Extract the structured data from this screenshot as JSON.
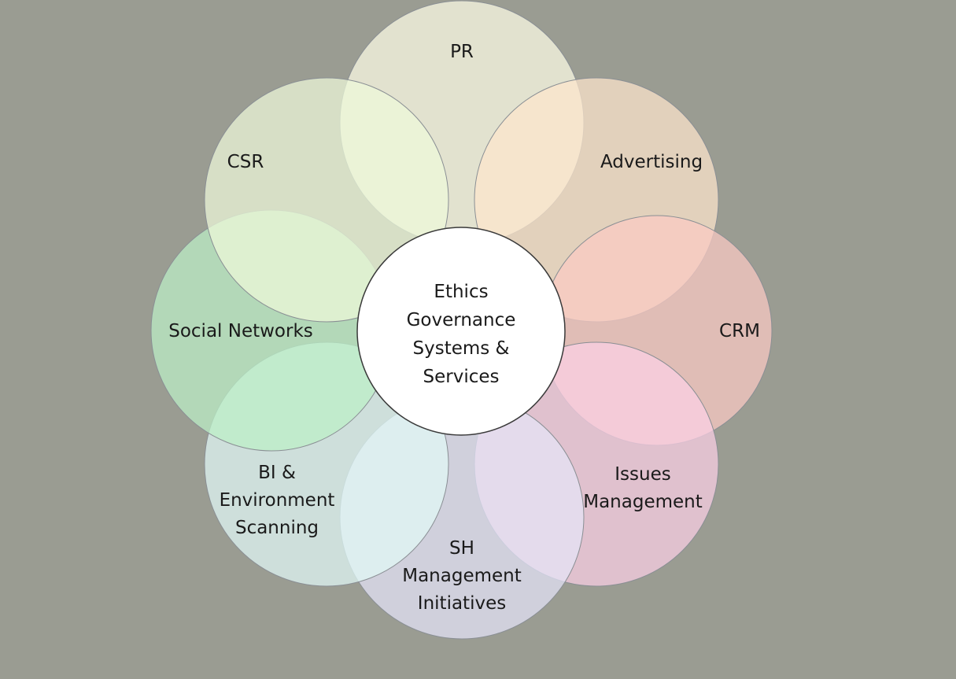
{
  "center": {
    "lines": [
      "Ethics",
      "Governance",
      "Systems &",
      "Services"
    ],
    "color": "#ffffff"
  },
  "petals": [
    {
      "id": "pr",
      "lines": [
        "PR"
      ],
      "color": "#fdfde6"
    },
    {
      "id": "advertising",
      "lines": [
        "Advertising"
      ],
      "color": "#fde6cc"
    },
    {
      "id": "crm",
      "lines": [
        "CRM"
      ],
      "color": "#fbcbc4"
    },
    {
      "id": "issues-management",
      "lines": [
        "Issues",
        "Management"
      ],
      "color": "#fbd0e4"
    },
    {
      "id": "sh-management-initiatives",
      "lines": [
        "SH",
        "Management",
        "Initiatives"
      ],
      "color": "#e4e4f8"
    },
    {
      "id": "bi-environment-scanning",
      "lines": [
        "BI &",
        "Environment",
        "Scanning"
      ],
      "color": "#e2faf6"
    },
    {
      "id": "social-networks",
      "lines": [
        "Social Networks"
      ],
      "color": "#bdf0c6"
    },
    {
      "id": "csr",
      "lines": [
        "CSR"
      ],
      "color": "#eef9da"
    }
  ],
  "background": "#9a9c92"
}
